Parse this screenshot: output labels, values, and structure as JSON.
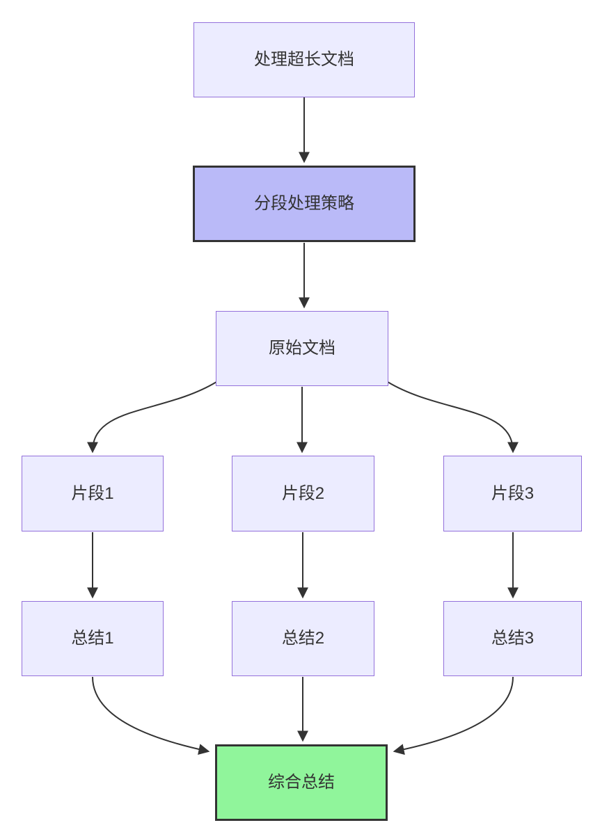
{
  "diagram": {
    "type": "flowchart",
    "direction": "top-down",
    "colors": {
      "background": "#ffffff",
      "node_fill": "#ECECFF",
      "node_border": "#9370DB",
      "emphasis_fill": "#BABAF8",
      "emphasis_border": "#333333",
      "success_fill": "#90F59B",
      "success_border": "#333333",
      "edge": "#333333",
      "text": "#333333"
    },
    "nodes": {
      "start": {
        "label": "处理超长文档",
        "style": "default"
      },
      "strategy": {
        "label": "分段处理策略",
        "style": "emphasis"
      },
      "doc": {
        "label": "原始文档",
        "style": "default"
      },
      "frag1": {
        "label": "片段1",
        "style": "default"
      },
      "frag2": {
        "label": "片段2",
        "style": "default"
      },
      "frag3": {
        "label": "片段3",
        "style": "default"
      },
      "sum1": {
        "label": "总结1",
        "style": "default"
      },
      "sum2": {
        "label": "总结2",
        "style": "default"
      },
      "sum3": {
        "label": "总结3",
        "style": "default"
      },
      "final": {
        "label": "综合总结",
        "style": "success"
      }
    },
    "edges": [
      {
        "from": "start",
        "to": "strategy"
      },
      {
        "from": "strategy",
        "to": "doc"
      },
      {
        "from": "doc",
        "to": "frag1"
      },
      {
        "from": "doc",
        "to": "frag2"
      },
      {
        "from": "doc",
        "to": "frag3"
      },
      {
        "from": "frag1",
        "to": "sum1"
      },
      {
        "from": "frag2",
        "to": "sum2"
      },
      {
        "from": "frag3",
        "to": "sum3"
      },
      {
        "from": "sum1",
        "to": "final"
      },
      {
        "from": "sum2",
        "to": "final"
      },
      {
        "from": "sum3",
        "to": "final"
      }
    ]
  }
}
